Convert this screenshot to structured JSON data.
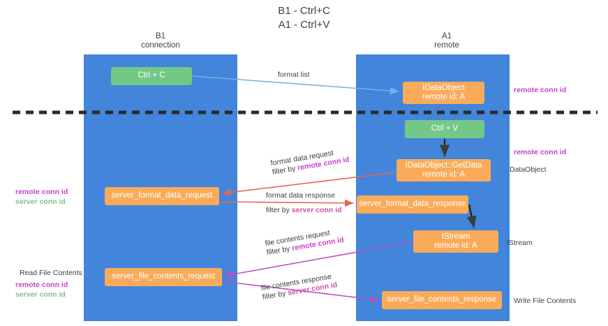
{
  "title": {
    "line1": "B1 - Ctrl+C",
    "line2": "A1 - Ctrl+V"
  },
  "columns": {
    "left": {
      "name": "B1",
      "role": "connection"
    },
    "right": {
      "name": "A1",
      "role": "remote"
    }
  },
  "colors": {
    "lane": "#4285da",
    "orange_node": "#f9ab5a",
    "green_node": "#73c887",
    "remote_conn_id": "#c940d0",
    "server_conn_id": "#7fbf8f",
    "arrow_blue": "#74b3e8",
    "arrow_red": "#e8645a",
    "arrow_magenta": "#c24fc2",
    "arrow_dark": "#3c3c3c",
    "divider": "#2b2b2b",
    "text": "#3c4043"
  },
  "nodes": {
    "ctrl_c": {
      "label": "Ctrl + C",
      "kind": "green"
    },
    "ctrl_v": {
      "label": "Ctrl + V",
      "kind": "green"
    },
    "idataobject": {
      "line1": "IDataObject",
      "line2": "remote id: A",
      "kind": "orange"
    },
    "getdata": {
      "line1": "IDataObject::GetData",
      "line2": "remote id: A",
      "kind": "orange"
    },
    "istream": {
      "line1": "IStream",
      "line2": "remote id: A",
      "kind": "orange"
    },
    "server_format_data_request": {
      "label": "server_format_data_request",
      "kind": "orange"
    },
    "server_format_data_response": {
      "label": "server_format_data_response",
      "kind": "orange"
    },
    "server_file_contents_request": {
      "label": "server_file_contents_request",
      "kind": "orange"
    },
    "server_file_contents_response": {
      "label": "server_file_contents_response",
      "kind": "orange"
    }
  },
  "edge_labels": {
    "format_list": "format list",
    "format_data_request": "format data request",
    "format_data_request_filter_prefix": "filter by ",
    "format_data_request_filter_key": "remote conn id",
    "format_data_response": "format data response",
    "format_data_response_filter_prefix": "filter by ",
    "format_data_response_filter_key": "server conn id",
    "file_contents_request": "file contents request",
    "file_contents_request_filter_prefix": "filter by ",
    "file_contents_request_filter_key": "remote conn id",
    "file_contents_response": "file contents response",
    "file_contents_response_filter_prefix": "filter by ",
    "file_contents_response_filter_key": "server conn id"
  },
  "side_notes": {
    "top_right_remote": "remote conn id",
    "mid_right_remote": "remote conn id",
    "dataobject": "DataObject",
    "istream": "IStream",
    "write_file_contents": "Write File Contents",
    "left_mid_remote": "remote conn id",
    "left_mid_server": "server conn id",
    "read_file_contents": "Read File Contents",
    "left_bottom_remote": "remote conn id",
    "left_bottom_server": "server conn id"
  }
}
